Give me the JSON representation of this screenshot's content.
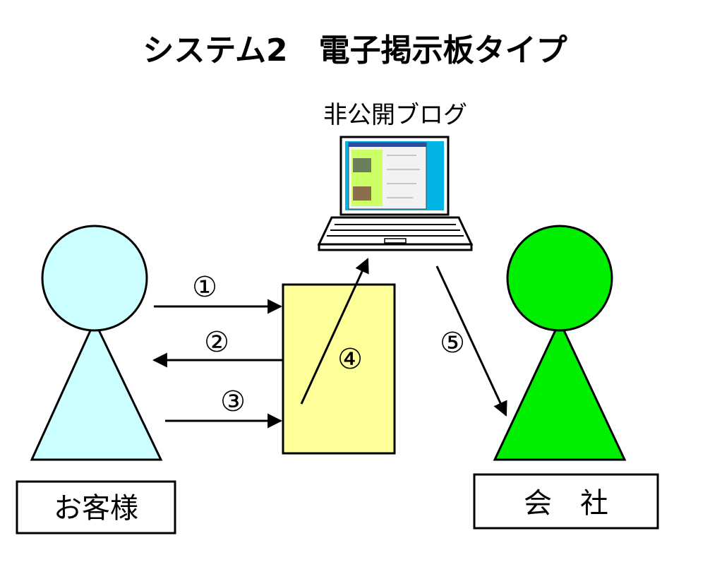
{
  "title": "システム2　電子掲示板タイプ",
  "blog_label": "非公開ブログ",
  "customer_label": "お客様",
  "company_label": "会　社",
  "steps": [
    "①",
    "②",
    "③",
    "④",
    "⑤"
  ],
  "colors": {
    "customer_fill": "#ccffff",
    "company_fill": "#00ee00",
    "document_fill": "#ffff99",
    "screen_bezel": "#00b4e6"
  },
  "icons": {
    "laptop": "laptop-icon",
    "document": "document-icon"
  }
}
